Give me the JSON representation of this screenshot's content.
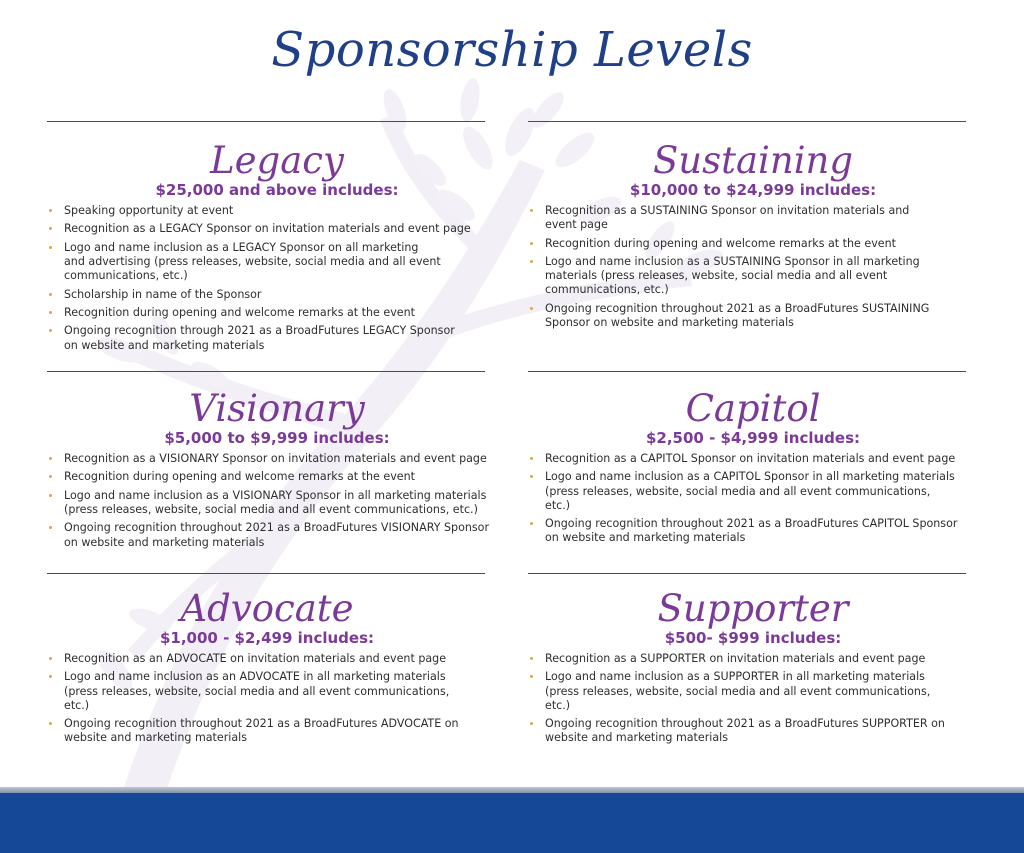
{
  "title": "Sponsorship Levels",
  "levels": [
    {
      "name": "Legacy",
      "price": "$25,000 and above includes:",
      "items": [
        "Speaking opportunity at event",
        "Recognition as a LEGACY Sponsor on invitation materials and event page",
        "Logo and name inclusion as a LEGACY Sponsor on all marketing\nand advertising  (press releases, website, social media and all event\ncommunications, etc.)",
        "Scholarship in name of the Sponsor",
        "Recognition during opening and welcome remarks at the event",
        "Ongoing recognition through 2021 as a BroadFutures LEGACY Sponsor\non website and marketing materials"
      ]
    },
    {
      "name": "Sustaining",
      "price": "$10,000 to $24,999 includes:",
      "items": [
        "Recognition as a SUSTAINING Sponsor on invitation materials and\nevent page",
        "Recognition during opening and welcome remarks at the event",
        "Logo and name inclusion as a SUSTAINING Sponsor in all marketing\nmaterials (press releases, website, social media and all event\ncommunications, etc.)",
        "Ongoing recognition throughout 2021 as a BroadFutures SUSTAINING\nSponsor on website and marketing materials"
      ]
    },
    {
      "name": "Visionary",
      "price": "$5,000 to $9,999 includes:",
      "items": [
        "Recognition as a VISIONARY Sponsor on invitation materials and event page",
        "Recognition during opening and welcome remarks at the event",
        "Logo and name inclusion as a VISIONARY Sponsor in all marketing materials\n(press releases, website, social media and all event communications, etc.)",
        "Ongoing recognition throughout 2021 as a BroadFutures VISIONARY Sponsor\non website and marketing materials"
      ]
    },
    {
      "name": "Capitol",
      "price": "$2,500 - $4,999 includes:",
      "items": [
        "Recognition as a CAPITOL Sponsor on invitation materials and event page",
        "Logo and name inclusion as a CAPITOL Sponsor in all marketing materials\n(press releases, website, social media and all event communications,\netc.)",
        "Ongoing recognition throughout 2021 as a BroadFutures CAPITOL Sponsor\non website and marketing materials"
      ]
    },
    {
      "name": "Advocate",
      "price": "$1,000 - $2,499 includes:",
      "items": [
        "Recognition as an ADVOCATE on invitation materials and event page",
        "Logo and name inclusion as an ADVOCATE in all marketing materials\n(press releases, website, social media and all event communications,\netc.)",
        "Ongoing recognition throughout 2021 as a BroadFutures ADVOCATE on\nwebsite and marketing materials"
      ]
    },
    {
      "name": "Supporter",
      "price": "$500- $999 includes:",
      "items": [
        "Recognition as a SUPPORTER on invitation materials and event page",
        "Logo and name inclusion as a SUPPORTER in all marketing materials\n(press releases, website, social media and all event communications,\netc.)",
        "Ongoing recognition throughout 2021 as a BroadFutures SUPPORTER on\nwebsite and marketing materials"
      ]
    }
  ],
  "colors": {
    "title": "#1f3f86",
    "level_name": "#7b3a97",
    "price": "#7b3a97",
    "bullet": "#e0a83d",
    "rule": "#2f4f7e",
    "band": "#154897",
    "watermark": "#f1eef5"
  }
}
